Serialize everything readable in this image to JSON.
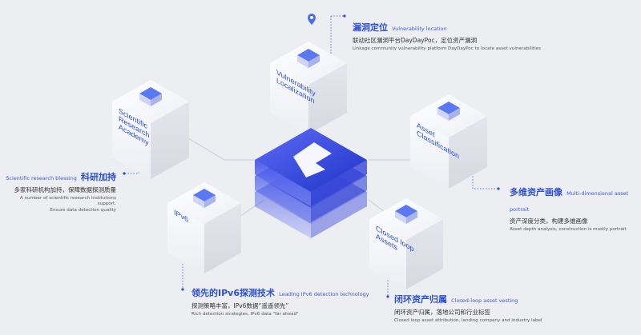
{
  "cubes": {
    "academy": [
      "Scientific",
      "Research",
      "Academy"
    ],
    "vulnerability": [
      "Vulnerability",
      "Localization"
    ],
    "classification": [
      "Asset",
      "Classification"
    ],
    "ipv6": [
      "IPv6"
    ],
    "closedloop": [
      "Closed loop",
      "Assets"
    ]
  },
  "features": {
    "vulnerability": {
      "title_cn": "漏洞定位",
      "title_en": "Vulnerability location",
      "desc_cn": "联动社区漏洞平台DayDayPoc，定位资产漏洞",
      "desc_en": "Linkage community vulnerability platform DayDayPoc to locate asset vulnerabilities"
    },
    "research": {
      "title_cn": "科研加持",
      "title_en": "Scientific research blessing",
      "desc_cn": "多家科研机构加持，保障数据探测质量",
      "desc_en_1": "A number of scientific research institutions support.",
      "desc_en_2": "Ensure data detection quality"
    },
    "portrait": {
      "title_cn": "多维资产画像",
      "title_en": "Multi-dimensional asset portrait",
      "desc_cn": "资产深度分类，构建多维画像",
      "desc_en": "Asset depth analysis, construction is mostly portrait"
    },
    "ipv6": {
      "title_cn": "领先的IPv6探测技术",
      "title_en": "Leading IPv6 detection technology",
      "desc_cn": "探测策略丰富，IPv6数据“遥遥领先”",
      "desc_en": "Rich detection strategies, IPv6 data \"far ahead\""
    },
    "closedloop": {
      "title_cn": "闭环资产归属",
      "title_en": "Closed-loop asset vesting",
      "desc_cn": "闭环资产归属，落地公司和行业标签",
      "desc_en": "Closed loop asset attribution, landing company and industry label"
    }
  },
  "colors": {
    "accent": "#2b4fd6",
    "platform": "#3a4fe0",
    "background": "#edeef2"
  }
}
